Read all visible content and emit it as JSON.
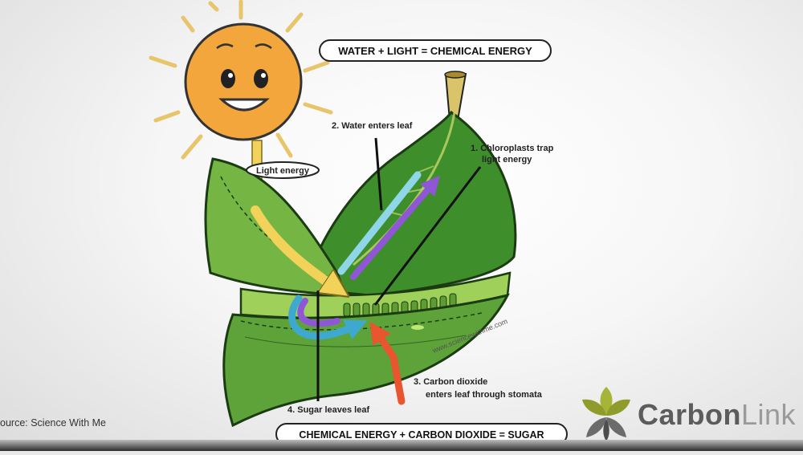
{
  "equation_top": "WATER + LIGHT = CHEMICAL ENERGY",
  "equation_bottom": "CHEMICAL ENERGY + CARBON DIOXIDE = SUGAR",
  "labels": {
    "light_energy": "Light energy",
    "water_enters": "2. Water enters leaf",
    "chloroplasts_line1": "1. Chloroplasts trap",
    "chloroplasts_line2": "light energy",
    "co2_line1": "3. Carbon dioxide",
    "co2_line2": "enters leaf through stomata",
    "sugar_leaves": "4. Sugar leaves leaf",
    "watermark": "www.sciencewithme.com"
  },
  "source": "ource: Science With Me",
  "logo": {
    "part1": "Carbon",
    "part2": "Link"
  },
  "colors": {
    "leaf_dark": "#3f8e2c",
    "leaf_light": "#74b544",
    "sun": "#f2a63c",
    "water_arrow": "#8ed6e8",
    "sugar_arrow": "#8f57d6",
    "co2_arrow": "#e8552f",
    "logo_green": "#a6b437",
    "logo_gray": "#5d5c5c"
  }
}
